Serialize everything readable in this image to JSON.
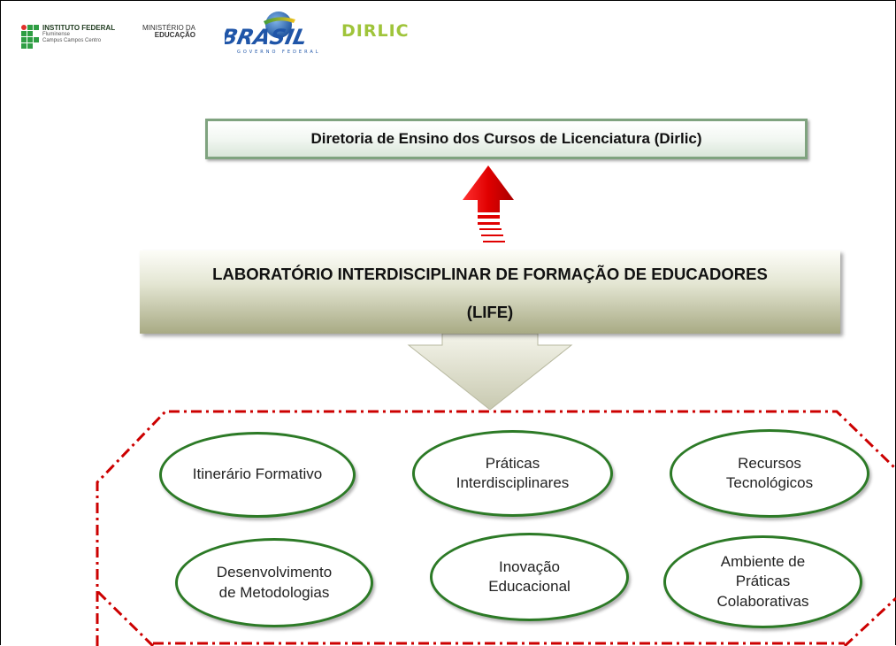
{
  "header": {
    "if_logo": {
      "title": "INSTITUTO FEDERAL",
      "line2": "Fluminense",
      "line3": "Campus Campos Centro"
    },
    "mec_logo": {
      "line1": "MINISTÉRIO DA",
      "line2": "EDUCAÇÃO"
    },
    "brasil_logo": {
      "word": "BRASIL",
      "sub": "GOVERNO FEDERAL"
    },
    "dirlic_logo": {
      "word": "DIRLIC"
    }
  },
  "diagram": {
    "top_box": "Diretoria de Ensino dos Cursos de Licenciatura (Dirlic)",
    "main_box": {
      "title": "LABORATÓRIO INTERDISCIPLINAR DE FORMAÇÃO DE EDUCADORES",
      "abbr": "(LIFE)"
    },
    "topics": [
      "Itinerário Formativo",
      "Práticas\nInterdisciplinares",
      "Recursos\nTecnológicos",
      "Desenvolvimento\nde Metodologias",
      "Inovação\nEducacional",
      "Ambiente de\nPráticas\nColaborativas"
    ]
  },
  "colors": {
    "ellipse_border": "#2c7a26",
    "dash_border": "#cc0000",
    "up_arrow": "#e00000",
    "top_box_border": "#7fa37f"
  }
}
